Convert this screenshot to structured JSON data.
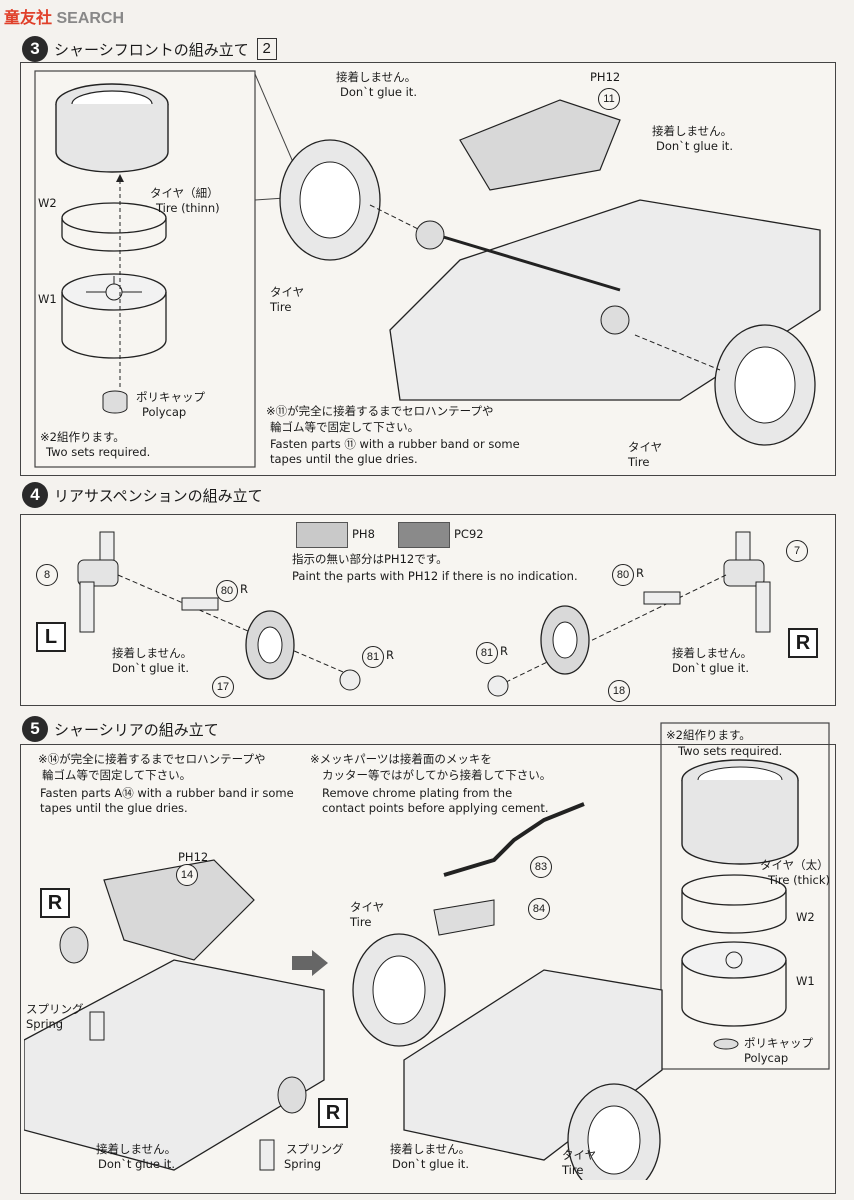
{
  "watermark": {
    "brand": "童友社",
    "text": "SEARCH"
  },
  "s3": {
    "num": "3",
    "title": "シャーシフロントの組み立て",
    "page_ref": "2",
    "tire_thin_jp": "タイヤ（細）",
    "tire_thin_en": "Tire (thinn)",
    "w2": "W2",
    "w1": "W1",
    "polycap_jp": "ポリキャップ",
    "polycap_en": "Polycap",
    "two_sets_jp": "※2組作ります。",
    "two_sets_en": "Two sets required.",
    "noglue_jp": "接着しません。",
    "noglue_en": "Don`t glue it.",
    "noglue2_jp": "接着しません。",
    "noglue2_en": "Don`t glue it.",
    "ph12": "PH12",
    "p11": "11",
    "tire_jp": "タイヤ",
    "tire_en": "Tire",
    "tire2_jp": "タイヤ",
    "tire2_en": "Tire",
    "note_jp1": "※⑪が完全に接着するまでセロハンテープや",
    "note_jp2": "輪ゴム等で固定して下さい。",
    "note_en1": "Fasten parts ⑪ with a rubber band or some",
    "note_en2": "tapes until the glue dries."
  },
  "s4": {
    "num": "4",
    "title": "リアサスペンションの組み立て",
    "ph8": "PH8",
    "pc92": "PC92",
    "paint_jp": "指示の無い部分はPH12です。",
    "paint_en": "Paint the parts with PH12 if there is no indication.",
    "p8": "8",
    "p80": "80",
    "r": "R",
    "p80b": "80",
    "rb": "R",
    "l_label": "L",
    "r_label": "R",
    "noglue_jp": "接着しません。",
    "noglue_en": "Don`t glue it.",
    "noglue2_jp": "接着しません。",
    "noglue2_en": "Don`t glue it.",
    "p81": "81",
    "r81": "R",
    "p81b": "81",
    "r81b": "R",
    "p17": "17",
    "p18": "18",
    "p7": "7"
  },
  "s5": {
    "num": "5",
    "title": "シャーシリアの組み立て",
    "note1_jp1": "※⑭が完全に接着するまでセロハンテープや",
    "note1_jp2": "輪ゴム等で固定して下さい。",
    "note1_en1": "Fasten parts A⑭ with a rubber band ir some",
    "note1_en2": "tapes until the glue dries.",
    "note2_jp1": "※メッキパーツは接着面のメッキを",
    "note2_jp2": "カッター等ではがしてから接着して下さい。",
    "note2_en1": "Remove chrome plating from the",
    "note2_en2": "contact points before applying cement.",
    "two_sets_jp": "※2組作ります。",
    "two_sets_en": "Two sets required.",
    "tire_thick_jp": "タイヤ（太）",
    "tire_thick_en": "Tire (thick)",
    "w2": "W2",
    "w1": "W1",
    "polycap_jp": "ポリキャップ",
    "polycap_en": "Polycap",
    "ph12": "PH12",
    "p14": "14",
    "p83": "83",
    "p84": "84",
    "r1": "R",
    "r2": "R",
    "spring_jp": "スプリング",
    "spring_en": "Spring",
    "spring2_jp": "スプリング",
    "spring2_en": "Spring",
    "tire_jp": "タイヤ",
    "tire_en": "Tire",
    "tire2_jp": "タイヤ",
    "tire2_en": "Tire",
    "noglue_jp": "接着しません。",
    "noglue_en": "Don`t glue it.",
    "noglue2_jp": "接着しません。",
    "noglue2_en": "Don`t glue it."
  },
  "colors": {
    "ph8": "#c9c9c9",
    "pc92": "#8a8a8a"
  }
}
